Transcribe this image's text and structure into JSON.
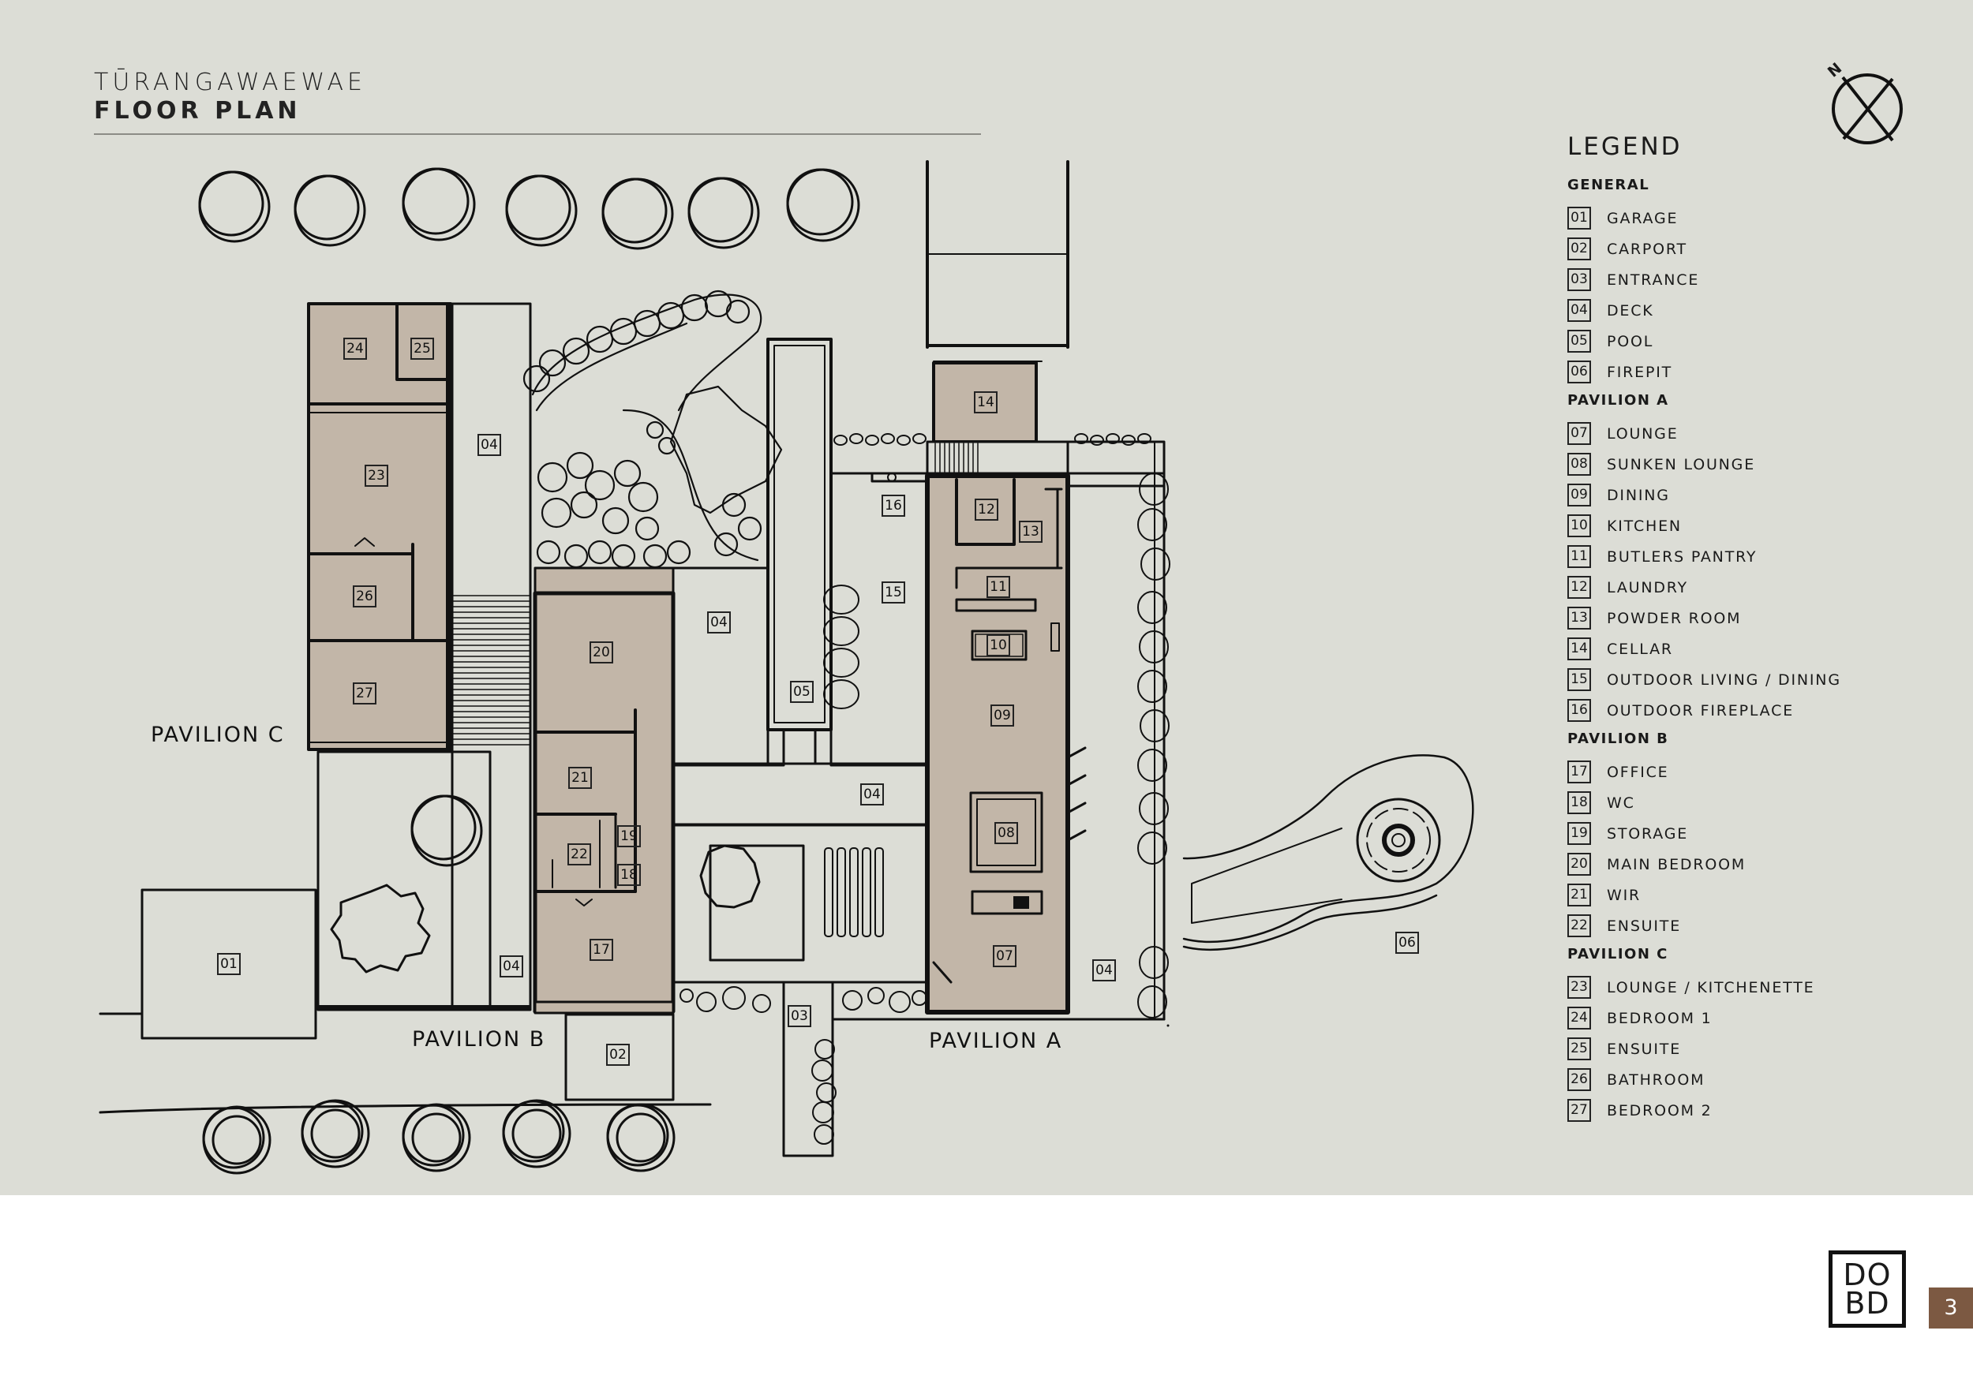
{
  "header": {
    "line1": "TŪRANGAWAEWAE",
    "line2": "FLOOR PLAN"
  },
  "pavilion_labels": {
    "c": "PAVILION C",
    "b": "PAVILION B",
    "a": "PAVILION A"
  },
  "plan_tags": {
    "t01": "01",
    "t02": "02",
    "t03": "03",
    "t04a": "04",
    "t04b": "04",
    "t04c": "04",
    "t04d": "04",
    "t04e": "04",
    "t05": "05",
    "t06": "06",
    "t07": "07",
    "t08": "08",
    "t09": "09",
    "t10": "10",
    "t11": "11",
    "t12": "12",
    "t13": "13",
    "t14": "14",
    "t15": "15",
    "t16": "16",
    "t17": "17",
    "t18": "18",
    "t19": "19",
    "t20": "20",
    "t21": "21",
    "t22": "22",
    "t23": "23",
    "t24": "24",
    "t25": "25",
    "t26": "26",
    "t27": "27"
  },
  "legend": {
    "title": "LEGEND",
    "groups": [
      {
        "name": "GENERAL",
        "items": [
          {
            "num": "01",
            "label": "GARAGE"
          },
          {
            "num": "02",
            "label": "CARPORT"
          },
          {
            "num": "03",
            "label": "ENTRANCE"
          },
          {
            "num": "04",
            "label": "DECK"
          },
          {
            "num": "05",
            "label": "POOL"
          },
          {
            "num": "06",
            "label": "FIREPIT"
          }
        ]
      },
      {
        "name": "PAVILION A",
        "items": [
          {
            "num": "07",
            "label": "LOUNGE"
          },
          {
            "num": "08",
            "label": "SUNKEN LOUNGE"
          },
          {
            "num": "09",
            "label": "DINING"
          },
          {
            "num": "10",
            "label": "KITCHEN"
          },
          {
            "num": "11",
            "label": "BUTLERS PANTRY"
          },
          {
            "num": "12",
            "label": "LAUNDRY"
          },
          {
            "num": "13",
            "label": "POWDER ROOM"
          },
          {
            "num": "14",
            "label": "CELLAR"
          },
          {
            "num": "15",
            "label": "OUTDOOR LIVING / DINING"
          },
          {
            "num": "16",
            "label": "OUTDOOR FIREPLACE"
          }
        ]
      },
      {
        "name": "PAVILION B",
        "items": [
          {
            "num": "17",
            "label": "OFFICE"
          },
          {
            "num": "18",
            "label": "WC"
          },
          {
            "num": "19",
            "label": "STORAGE"
          },
          {
            "num": "20",
            "label": "MAIN BEDROOM"
          },
          {
            "num": "21",
            "label": "WIR"
          },
          {
            "num": "22",
            "label": "ENSUITE"
          }
        ]
      },
      {
        "name": "PAVILION C",
        "items": [
          {
            "num": "23",
            "label": "LOUNGE / KITCHENETTE"
          },
          {
            "num": "24",
            "label": "BEDROOM 1"
          },
          {
            "num": "25",
            "label": "ENSUITE"
          },
          {
            "num": "26",
            "label": "BATHROOM"
          },
          {
            "num": "27",
            "label": "BEDROOM 2"
          }
        ]
      }
    ]
  },
  "compass": {
    "north": "N"
  },
  "logo": {
    "line1": "DO",
    "line2": "BD"
  },
  "page_number": "3",
  "colors": {
    "background": "#dcddd6",
    "room_fill": "#c2b6a8",
    "accent": "#7c5942",
    "line": "#111111"
  }
}
